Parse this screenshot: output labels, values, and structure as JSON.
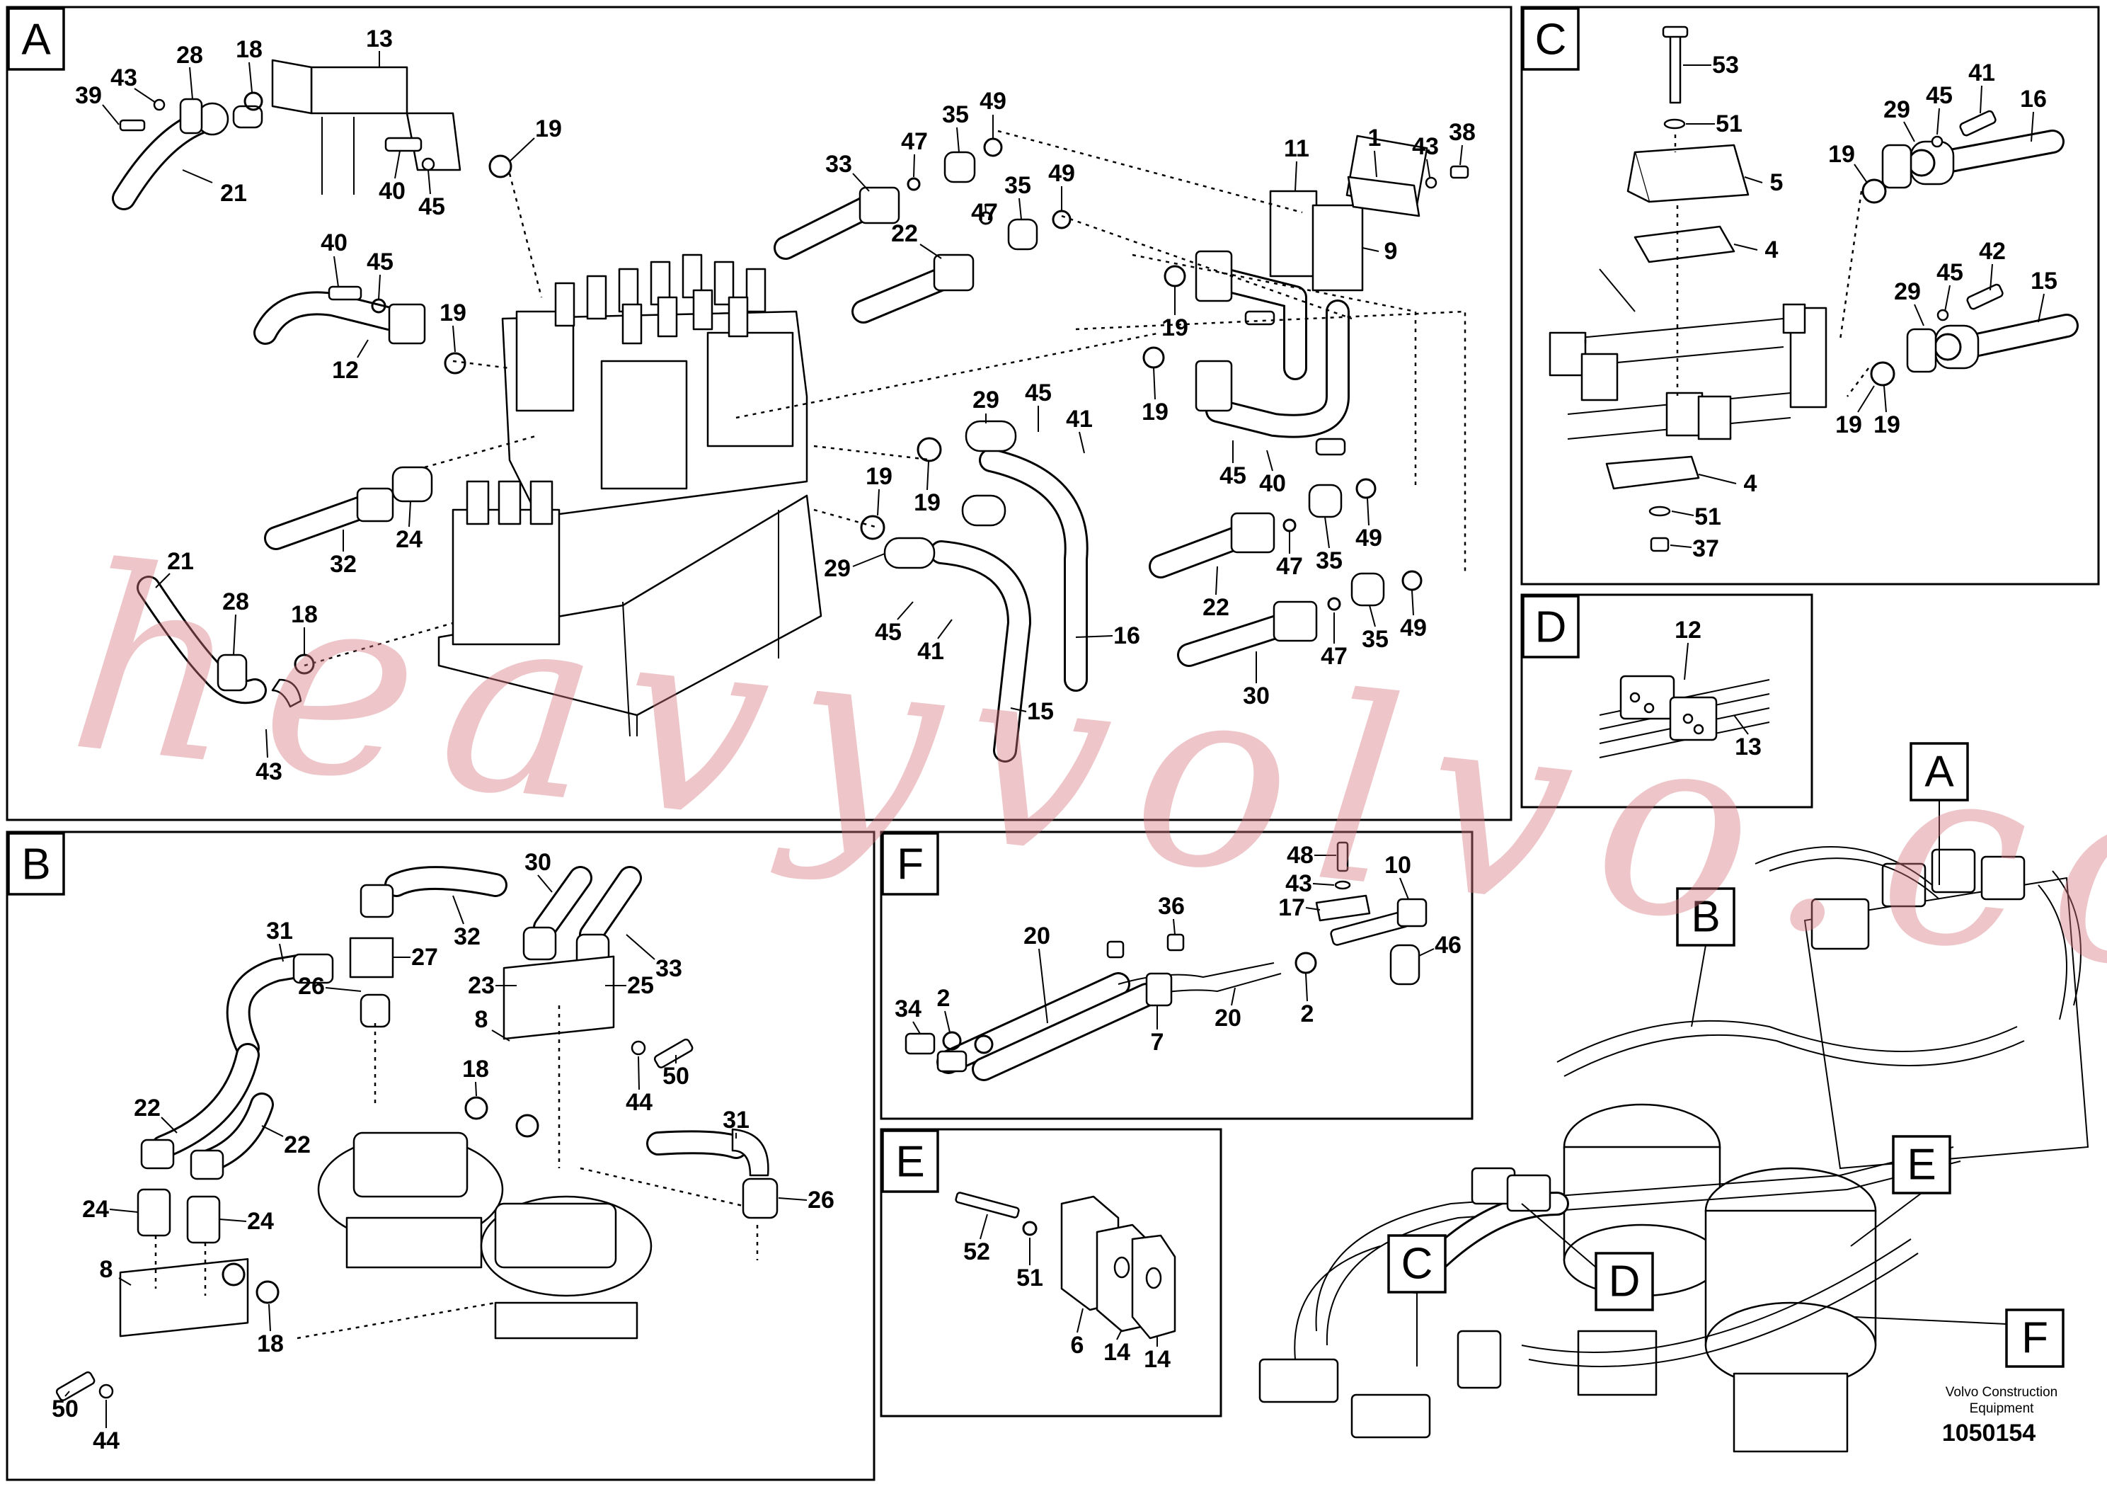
{
  "sections": [
    {
      "id": "A",
      "title": "A"
    },
    {
      "id": "B",
      "title": "B"
    },
    {
      "id": "C",
      "title": "C"
    },
    {
      "id": "D",
      "title": "D"
    },
    {
      "id": "E",
      "title": "E"
    },
    {
      "id": "F",
      "title": "F"
    }
  ],
  "overview_tags": [
    "A",
    "B",
    "C",
    "D",
    "E",
    "F"
  ],
  "callouts": {
    "A": [
      "39",
      "43",
      "28",
      "18",
      "13",
      "19",
      "40",
      "45",
      "21",
      "40",
      "45",
      "19",
      "12",
      "33",
      "47",
      "35",
      "49",
      "22",
      "47",
      "35",
      "49",
      "11",
      "1",
      "43",
      "38",
      "9",
      "19",
      "19",
      "29",
      "45",
      "41",
      "45",
      "40",
      "32",
      "24",
      "19",
      "19",
      "29",
      "45",
      "41",
      "16",
      "22",
      "47",
      "35",
      "49",
      "30",
      "47",
      "35",
      "49",
      "21",
      "28",
      "18",
      "15",
      "43"
    ],
    "B": [
      "30",
      "27",
      "32",
      "31",
      "33",
      "23",
      "25",
      "26",
      "8",
      "50",
      "18",
      "44",
      "22",
      "22",
      "31",
      "24",
      "24",
      "26",
      "8",
      "50",
      "44",
      "18"
    ],
    "C": [
      "53",
      "51",
      "41",
      "45",
      "29",
      "16",
      "19",
      "5",
      "4",
      "42",
      "45",
      "29",
      "15",
      "19",
      "4",
      "51",
      "37",
      "19"
    ],
    "D": [
      "12",
      "13"
    ],
    "E": [
      "52",
      "51",
      "6",
      "14",
      "14"
    ],
    "F": [
      "48",
      "43",
      "10",
      "17",
      "36",
      "46",
      "20",
      "34",
      "2",
      "7",
      "20",
      "2"
    ]
  },
  "watermark": "heavyvolvo.com",
  "footer": {
    "company": "Volvo Construction",
    "company_line2": "Equipment",
    "drawing_number": "1050154"
  }
}
